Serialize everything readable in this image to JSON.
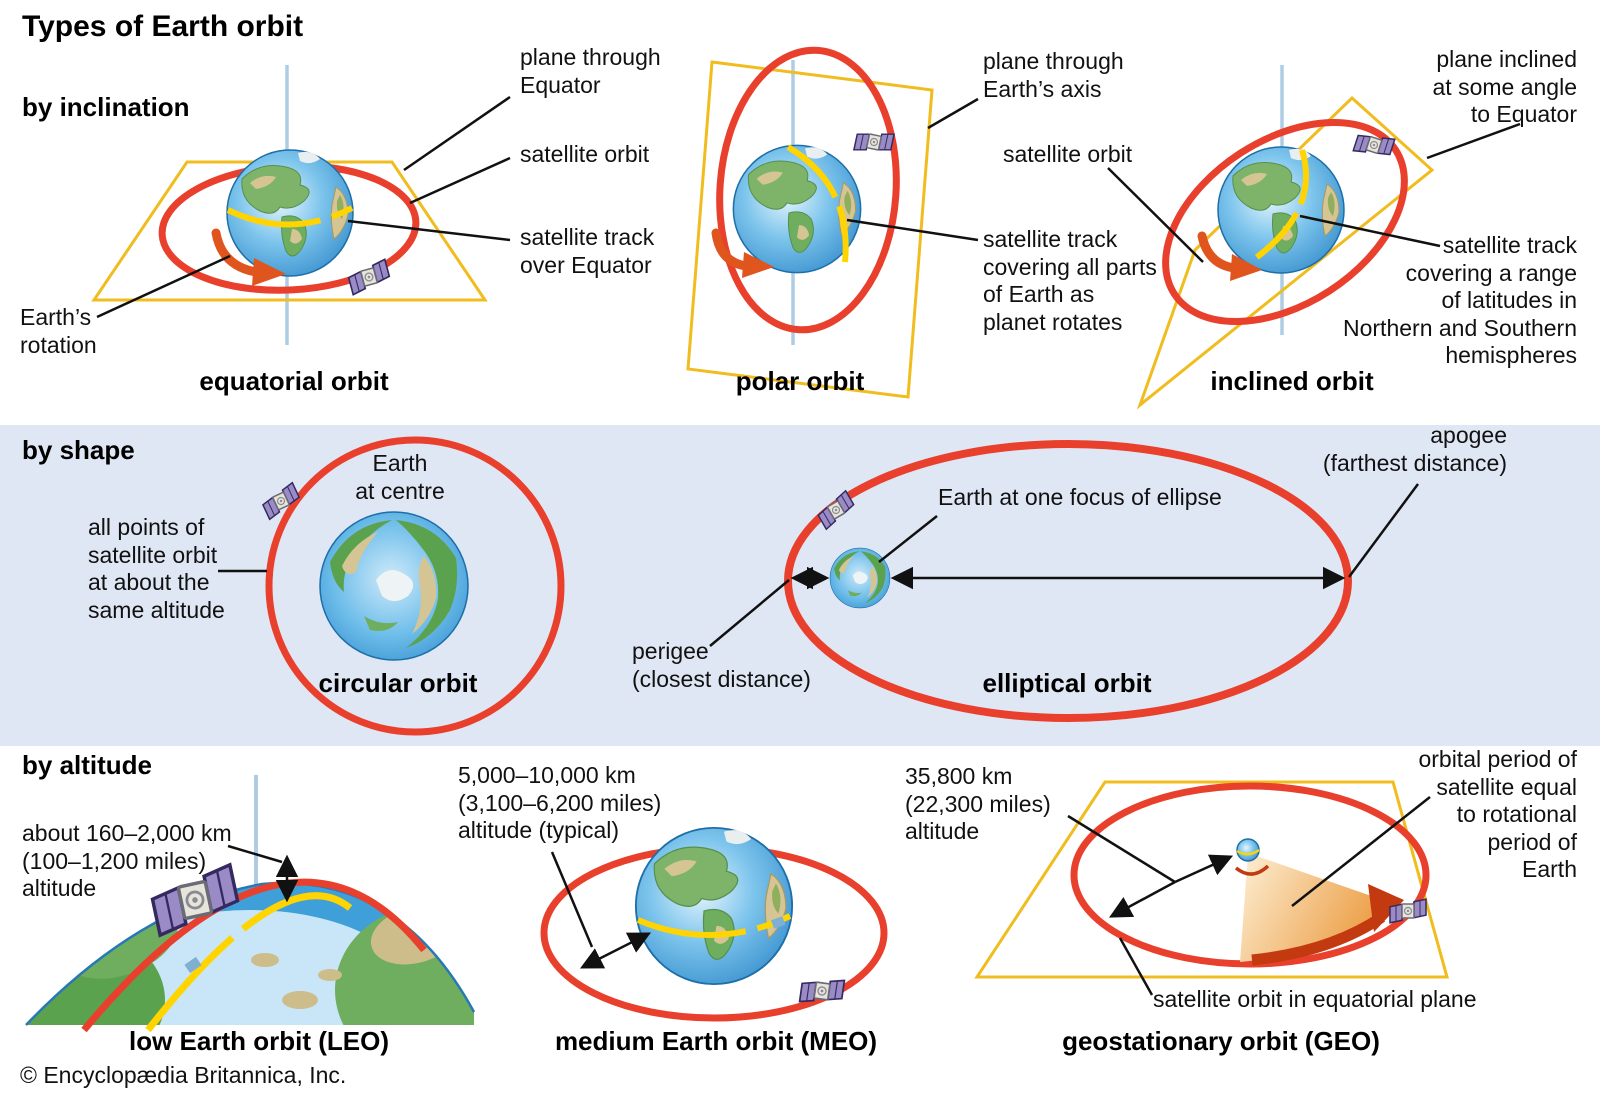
{
  "title": "Types of Earth orbit",
  "colors": {
    "orbit_red": "#e8402c",
    "plane_yellow": "#f0bc1e",
    "track_yellow": "#ffd400",
    "rotation_orange": "#e0551e",
    "band_background": "#e0e7f4",
    "axis_blue": "#aecde4",
    "sweep_arrow_red": "#c43a10"
  },
  "inclination": {
    "heading": "by inclination",
    "equatorial": {
      "plane_label": "plane through\nEquator",
      "orbit_label": "satellite orbit",
      "track_label": "satellite track\nover Equator",
      "rotation_label": "Earth’s\nrotation",
      "caption": "equatorial orbit"
    },
    "polar": {
      "plane_label": "plane through\nEarth’s axis",
      "track_label": "satellite track\ncovering all parts\nof Earth as\nplanet rotates",
      "caption": "polar orbit"
    },
    "inclined": {
      "orbit_label": "satellite orbit",
      "plane_label": "plane inclined\nat some angle\nto Equator",
      "track_label": "satellite track\ncovering a range\nof latitudes in\nNorthern and Southern\nhemispheres",
      "caption": "inclined orbit"
    }
  },
  "shape": {
    "heading": "by shape",
    "circular": {
      "earth_label": "Earth\nat centre",
      "points_label": "all points of\nsatellite orbit\nat about the\nsame altitude",
      "caption": "circular orbit"
    },
    "elliptical": {
      "focus_label": "Earth at one focus of ellipse",
      "apogee_label": "apogee\n(farthest distance)",
      "perigee_label": "perigee\n(closest distance)",
      "caption": "elliptical orbit"
    }
  },
  "altitude": {
    "heading": "by altitude",
    "leo": {
      "altitude_label": "about 160–2,000 km\n(100–1,200 miles)\naltitude",
      "caption": "low Earth orbit (LEO)"
    },
    "meo": {
      "altitude_label": "5,000–10,000 km\n(3,100–6,200 miles)\naltitude (typical)",
      "caption": "medium Earth orbit (MEO)"
    },
    "geo": {
      "altitude_label": "35,800 km\n(22,300 miles)\naltitude",
      "period_label": "orbital period of\nsatellite equal\nto rotational\nperiod of\nEarth",
      "plane_label": "satellite orbit in equatorial plane",
      "caption": "geostationary orbit (GEO)"
    }
  },
  "footer": {
    "copyright": "© Encyclopædia Britannica, Inc."
  }
}
